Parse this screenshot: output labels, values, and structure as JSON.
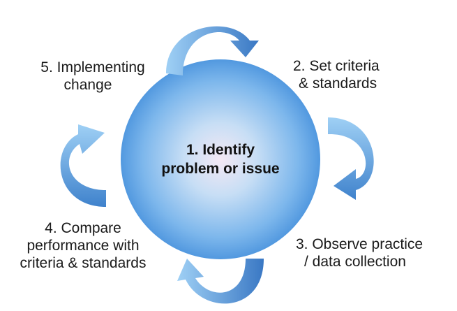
{
  "diagram": {
    "center": {
      "line1": "1. Identify",
      "line2": "problem or issue"
    },
    "steps": [
      {
        "id": "step-2",
        "line1": "2. Set criteria",
        "line2": "& standards"
      },
      {
        "id": "step-3",
        "line1": "3. Observe practice",
        "line2": "/ data collection"
      },
      {
        "id": "step-4",
        "line1": "4. Compare",
        "line2": "performance with",
        "line3": "criteria & standards"
      },
      {
        "id": "step-5",
        "line1": "5. Implementing",
        "line2": "change"
      }
    ],
    "colors": {
      "circle_center": "#f2e6f2",
      "circle_mid": "#8fc4ef",
      "circle_edge": "#3f8fdc",
      "arrow_light": "#8cc2ef",
      "arrow_dark": "#3a7cc8"
    }
  }
}
